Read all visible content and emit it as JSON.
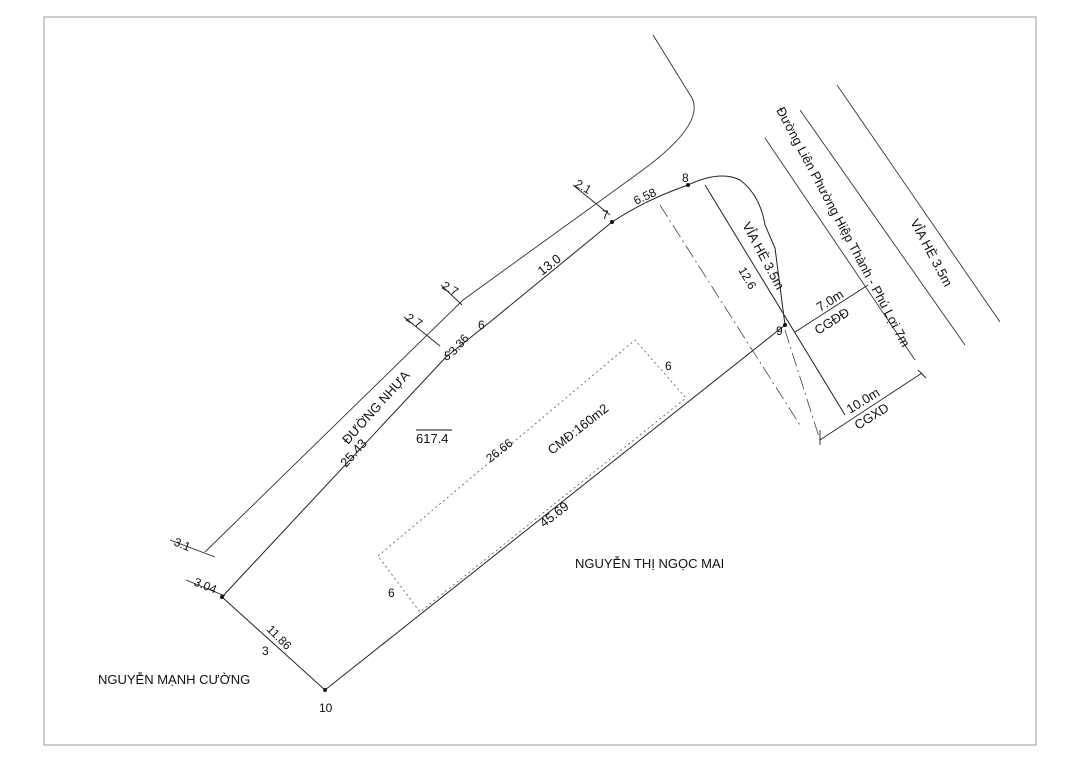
{
  "owners": {
    "west": "NGUYỄN MẠNH CƯỜNG",
    "south": "NGUYỄN THỊ NGỌC MAI"
  },
  "roads": {
    "asphalt": "ĐƯỜNG NHỰA",
    "main_road": "Đường Liên Phường Hiệp Thành - Phú Lợi 7m",
    "sidewalk_inner": "VỈA HÈ 3.5m",
    "sidewalk_outer": "VỈA HÈ 3.5m"
  },
  "lot": {
    "code": "617.4",
    "buildable_area": "CMĐ:160m2"
  },
  "setbacks": {
    "construction_line": "7.0m",
    "construction_line_abbr": "CGĐĐ",
    "boundary_line": "10.0m",
    "boundary_line_abbr": "CGXD"
  },
  "vertices": {
    "v3": "3",
    "v5": "5",
    "v6": "6",
    "v7": "7",
    "v8": "8",
    "v9": "9",
    "v10": "10"
  },
  "dimensions": {
    "d_25_43": "25.43",
    "d_13_0": "13.0",
    "d_6_58": "6.58",
    "d_12_6": "12.6",
    "d_45_69": "45.69",
    "d_11_86": "11.86",
    "d_3_04": "3.04",
    "d_3_36": "3.36",
    "d_26_66": "26.66",
    "d_6_top": "6",
    "d_6_bottom": "6",
    "d_3_1": "3.1",
    "d_2_7_a": "2.7",
    "d_2_7_b": "2.7",
    "d_2_1": "2.1"
  }
}
